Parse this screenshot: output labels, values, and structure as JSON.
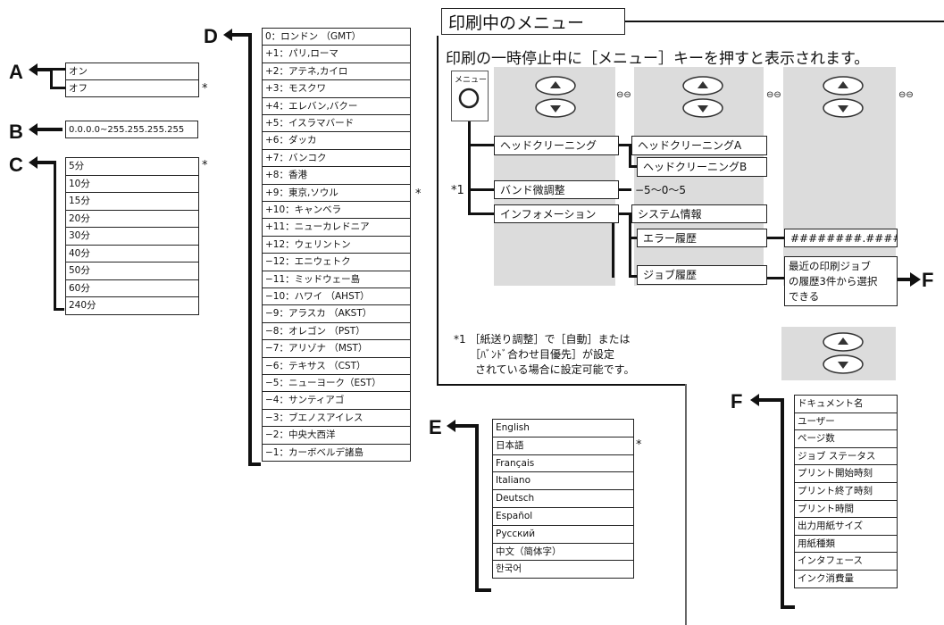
{
  "A": {
    "label": "A",
    "items": [
      "オン",
      "オフ"
    ],
    "star": "*"
  },
  "B": {
    "label": "B",
    "items": [
      "0.0.0.0~255.255.255.255"
    ]
  },
  "C": {
    "label": "C",
    "items": [
      "5分",
      "10分",
      "15分",
      "20分",
      "30分",
      "40分",
      "50分",
      "60分",
      "240分"
    ],
    "star": "*"
  },
  "D": {
    "label": "D",
    "items": [
      "0：ロンドン （GMT）",
      "+1：パリ,ローマ",
      "+2：アテネ,カイロ",
      "+3：モスクワ",
      "+4：エレバン,バクー",
      "+5：イスラマバード",
      "+6：ダッカ",
      "+7：バンコク",
      "+8：香港",
      "+9：東京,ソウル",
      "+10：キャンベラ",
      "+11：ニューカレドニア",
      "+12：ウェリントン",
      "−12：エニウェトク",
      "−11：ミッドウェー島",
      "−10：ハワイ （AHST）",
      "−9：アラスカ （AKST）",
      "−8：オレゴン （PST）",
      "−7：アリゾナ （MST）",
      "−6：テキサス （CST）",
      "−5：ニューヨーク（EST）",
      "−4：サンティアゴ",
      "−3：ブエノスアイレス",
      "−2：中央大西洋",
      "−1：カーボベルデ諸島"
    ],
    "star": "*"
  },
  "E": {
    "label": "E",
    "items": [
      "English",
      "日本語",
      "Français",
      "Italiano",
      "Deutsch",
      "Español",
      "Русский",
      "中文（简体字）",
      "한국어"
    ],
    "star": "*"
  },
  "F": {
    "label": "F",
    "items": [
      "ドキュメント名",
      "ユーザー",
      "ページ数",
      "ジョブ ステータス",
      "プリント開始時刻",
      "プリント終了時刻",
      "プリント時間",
      "出力用紙サイズ",
      "用紙種類",
      "インタフェース",
      "インク消費量"
    ]
  },
  "printing": {
    "title": "印刷中のメニュー",
    "subtitle": "印刷の一時停止中に［メニュー］キーを押すと表示されます。",
    "menu_key": "メニュー",
    "arrow_glyph": "⊖⊖",
    "head_cleaning": "ヘッドクリーニング",
    "head_cleaning_a": "ヘッドクリーニングA",
    "head_cleaning_b": "ヘッドクリーニングB",
    "band": "バンド微調整",
    "band_range": "−5〜0〜5",
    "info": "インフォメーション",
    "sysinfo": "システム情報",
    "error_hist": "エラー履歴",
    "error_code": "########.####",
    "job_hist": "ジョブ履歴",
    "job_note": [
      "最近の印刷ジョブ",
      "の履歴3件から選択",
      "できる"
    ],
    "goto_f": "F",
    "footnote_mark": "*1",
    "footnote": [
      "*1 ［紙送り調整］で［自動］または",
      "　　［ﾊﾞﾝﾄﾞ合わせ目優先］が設定",
      "　　されている場合に設定可能です。"
    ]
  }
}
